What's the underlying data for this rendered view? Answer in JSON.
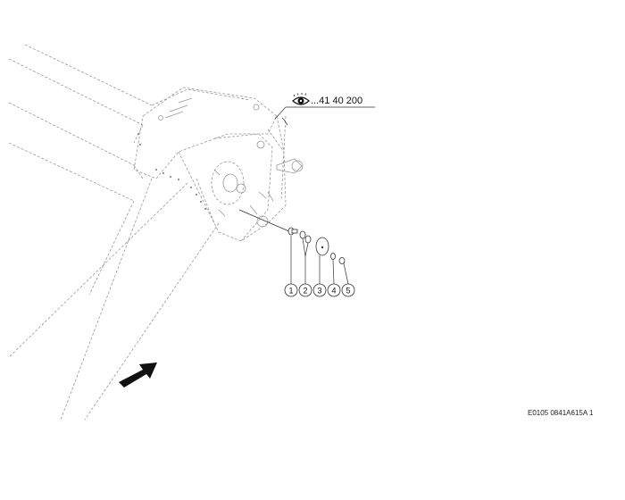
{
  "reference": {
    "icon": "eye-icon",
    "text": "...41 40 200"
  },
  "callouts": [
    "1",
    "2",
    "3",
    "4",
    "5"
  ],
  "drawing_code": "E0105 0841A615A 1",
  "colors": {
    "line": "#888888",
    "ink": "#111111"
  }
}
